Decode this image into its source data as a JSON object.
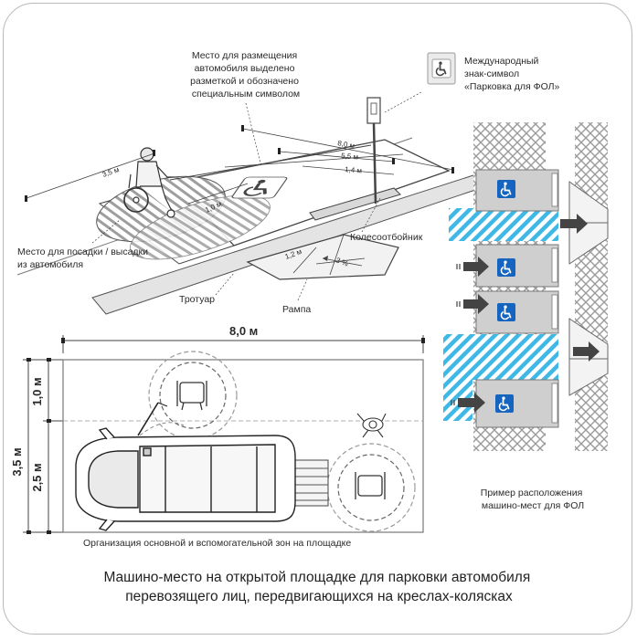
{
  "caption": {
    "line1": "Машино-место на открытой площадке для парковки автомобиля",
    "line2": "перевозящего лиц, передвигающихся на креслах-колясках"
  },
  "perspective": {
    "callout_zone": [
      "Место для размещения",
      "автомобиля выделено",
      "разметкой и обозначено",
      "специальным символом"
    ],
    "callout_sign": [
      "Международный",
      "знак-символ",
      "«Парковка для ФОЛ»"
    ],
    "callout_boarding": [
      "Место для посадки / высадки",
      "из автомобиля"
    ],
    "label_wheelstop": "Колесоотбойник",
    "label_sidewalk": "Тротуар",
    "label_ramp": "Рампа",
    "dims": {
      "width_35": "3,5 м",
      "length_80": "8,0 м",
      "length_55": "5,5 м",
      "length_14": "1,4 м",
      "width_10": "1,0 м",
      "ramp_12": "1,2 м",
      "slope": "3 %"
    }
  },
  "plan": {
    "dim_length": "8,0 м",
    "dim_total": "3,5 м",
    "dim_aux": "1,0 м",
    "dim_main": "2,5 м",
    "caption": "Организация основной и вспомогательной зон на площадке"
  },
  "layout_example": {
    "caption": [
      "Пример расположения",
      "машино-мест для ФОЛ"
    ]
  },
  "colors": {
    "accessible_blue": "#1565c0",
    "hatch_blue": "#3fb8e6",
    "bay_gray": "#bdbdbd",
    "arrow_dark": "#444444"
  },
  "icons": [
    "wheelchair-symbol-icon",
    "wheelchair-user-figure",
    "van-top-view",
    "wheelchair-top-view"
  ]
}
